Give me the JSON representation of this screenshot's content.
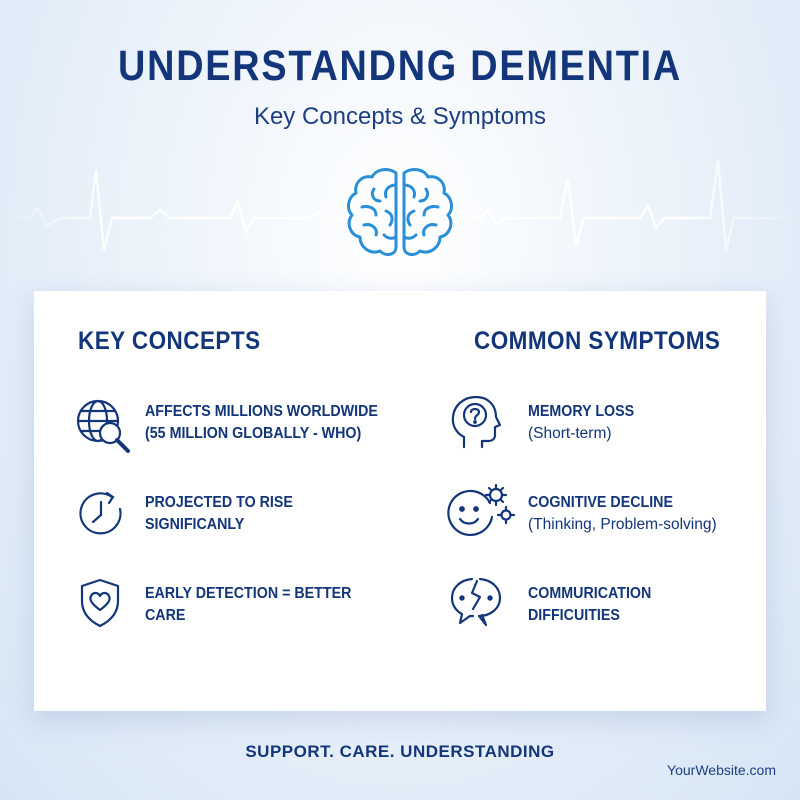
{
  "header": {
    "title": "UNDERSTANDNG DEMENTIA",
    "subtitle": "Key Concepts & Symptoms"
  },
  "key_concepts": {
    "heading": "KEY CONCEPTS",
    "items": [
      {
        "icon": "globe-magnifier-icon",
        "line1": "AFFECTS MILLIONS WORLDWIDE",
        "line2": "(55 MILLION GLOBALLY - WHO)"
      },
      {
        "icon": "clock-icon",
        "line1": "PROJECTED TO RISE",
        "line2": "SIGNIFICANLY"
      },
      {
        "icon": "shield-heart-icon",
        "line1": "EARLY DETECTION = BETTER",
        "line2": "CARE"
      }
    ]
  },
  "common_symptoms": {
    "heading": "COMMON SYMPTOMS",
    "items": [
      {
        "icon": "head-question-icon",
        "title": "MEMORY LOSS",
        "detail": "(Short-term)"
      },
      {
        "icon": "face-gears-icon",
        "title": "COGNITIVE DECLINE",
        "detail": "(Thinking, Problem-solving)"
      },
      {
        "icon": "speech-bubble-broken-icon",
        "title": "COMMURICATION",
        "title2": "DIFFICUITIES"
      }
    ]
  },
  "footer": {
    "tagline": "SUPPORT. CARE. UNDERSTANDING",
    "website": "YourWebsite.com"
  },
  "colors": {
    "primary": "#13357a",
    "accent": "#2a8fd6",
    "background": "#e6eff9"
  }
}
